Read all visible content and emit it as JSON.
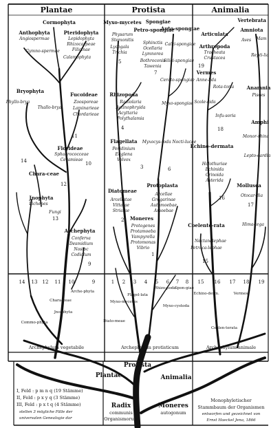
{
  "kingdoms": {
    "plantae": "Plantae",
    "protista": "Protista",
    "animalia": "Animalia"
  },
  "plantae_groups": {
    "cormophyta": "Cormophyta",
    "anthophyta": "Anthophyta",
    "angiospermae": "Angiospermae",
    "gymnospermae": "Gymno-spermae",
    "pteridophyta": "Pteridophyta",
    "lepidophyta": "Lepidophyta",
    "rhizocarpeae": "Rhizocarpeae",
    "filicinae": "Filicinae",
    "calamophyta": "Calamophyta",
    "bryophyta": "Bryophyta",
    "phyllobrya": "Phyllo-brya",
    "thallobrya": "Thallo-brya",
    "fucoideae": "Fucoideae",
    "zoosporeae": "Zoosporeae",
    "laminarieae": "Laminarieae",
    "chordarieae": "Chordarieae",
    "florideae": "Florideae",
    "sphaerococceae": "Sphaerococceae",
    "ceramieae": "Ceramieae",
    "characeae": "Chara-ceae",
    "inophyta": "Jnophyta",
    "lichenes": "Lichenes",
    "fungi": "Fungi",
    "archephyta": "Archephyta",
    "conferva": "Conferva",
    "desmidium": "Desmidium",
    "nostoc": "Nostoc",
    "codiolum": "Codiolum"
  },
  "protista_groups": {
    "myxomycetes": "Myxo-mycetes",
    "physarum": "Physarum",
    "stemonitis": "Stemonitis",
    "lycogala": "Lycogala",
    "trichia": "Trichia",
    "spongiae": "Spongiae",
    "petrospongiae": "Petro-spongiae",
    "sphinctis": "Sphinctis",
    "ocellaria": "Ocellaria",
    "lymnorea": "Lymnorea",
    "bothroconis": "Bothroconis",
    "tawenia": "Tawenia",
    "autospongiae": "Auto-spongiae",
    "calcispongiae": "Calci-spongiae",
    "silicispongiae": "Silici-spongiae",
    "ceratospongiae": "Cerato-spongiae",
    "myxospongiae": "Myxo-spongiae",
    "rhizopoda": "Rhizopoda",
    "radiolaria": "Radiolaria",
    "actinophryida": "Actinophryida",
    "acyttaria": "Acyttaria",
    "polythalamia": "Polythalamia",
    "flagellata": "Flagellata",
    "peridinium": "Peridinium",
    "euglena": "Euglena",
    "volvox": "Volvox",
    "noctilucae": "Myxocys-toda Nocti-lucae",
    "diatomeae": "Diatomeae",
    "arcellatae": "Arcellatae",
    "vittatae": "Vittatae",
    "striatae": "Striatae",
    "protoplasta": "Protoplasta",
    "arcellae": "Arcellae",
    "gregarinae": "Gregarinae",
    "autamoebae": "Autamoebae",
    "amoebae": "Amoebae",
    "moneres": "Moneres",
    "protogenes": "Protogenes",
    "protamoeba": "Protamoeba",
    "vampyrella": "Vampyrella",
    "protomonas": "Protomonas",
    "vibrio": "Vibrio"
  },
  "animalia_groups": {
    "articulata": "Articulata",
    "arthropoda": "Arthropoda",
    "tracheata": "Tracheata",
    "crustacea": "Crustacea",
    "vermes": "Vermes",
    "annelida": "Anne-lida",
    "rotatoria": "Rota-toria",
    "scolecida": "Scole-cida",
    "infusoria": "Infu-soria",
    "echinodermata": "Echino-dermata",
    "holothuriae": "Holothuriae",
    "echinida": "Echinida",
    "crinoida": "Crinoida",
    "asterida": "Asterida",
    "coelenterata": "Coelente-rata",
    "nectanalephae": "Nectanalephae",
    "petracalephae": "Petraca-lephae",
    "vertebrata": "Vertebrata",
    "amniota": "Amniota",
    "aves": "Aves",
    "mammalia": "Mam",
    "reptilia": "Repti-lia",
    "anamnia": "Anamnia",
    "pisces": "Pisces",
    "amphibia": "Amphi",
    "monorrhina": "Monor-rhina",
    "leptocardia": "Lepto-cardia",
    "mollusca": "Mollusca",
    "otocardia": "Otocar-dia",
    "himatega": "Hima-tega"
  },
  "lower_labels": {
    "commophyta": "Commo-phyta",
    "characeae_low": "Chara-ceae",
    "inophyta_low": "Jno-phyta",
    "archephyta_low": "Arche-phyta",
    "myxomycetes_low": "Myxo-mycetes",
    "diatomeae_low": "Diato-meae",
    "flagellata_low": "Flagel-lata",
    "rhizopoda_low": "Rhizo-poda",
    "spongiae_low": "Spon-giae",
    "myxocystoda_low": "Myxo-cystoda",
    "coelenterata_low": "Coelen-terata",
    "echinodermata_low": "Echino-derm.",
    "vermes_low": "Vermes"
  },
  "numbers": {
    "n1": "1",
    "n2": "2",
    "n3": "3",
    "n4": "4",
    "n5": "5",
    "n6": "6",
    "n7": "7",
    "n8": "8",
    "n9": "9",
    "n10": "10",
    "n11": "11",
    "n12": "12",
    "n13": "13",
    "n14": "14",
    "n15": "15",
    "n16": "16",
    "n17": "17",
    "n18": "18",
    "n19": "19"
  },
  "bases": {
    "archephylum_vegetabile": "Archephylum vegetabile",
    "archephylum_protisticum": "Archephylum protisticum",
    "archephylum_animale": "Archephylum animale"
  },
  "trunk": {
    "protista": "Protista",
    "plantae": "Plantae",
    "animalia": "Animalia",
    "radix_1": "Radix",
    "radix_2": "communis",
    "radix_3": "Organismorum",
    "moneres_1": "Moneres",
    "moneres_2": "autogonum"
  },
  "legend": {
    "row1": "I, Feld : p m n q   (19 Stämme)",
    "row2": "II, Feld : p x y q   (3 Stämme)",
    "row3": "III, Feld : p x t q   (4 Stämme)",
    "row4": "stellen 3 mögliche Fälle der",
    "row5": "universalen Genealogie dar"
  },
  "caption": {
    "line1": "Monophyletischer",
    "line2": "Stammbaum der Organismen",
    "line3": "entworfen und gezeichnet von",
    "line4": "Ernst Haeckel Jena, 1866"
  },
  "colors": {
    "ink": "#111111",
    "paper": "#ffffff"
  }
}
